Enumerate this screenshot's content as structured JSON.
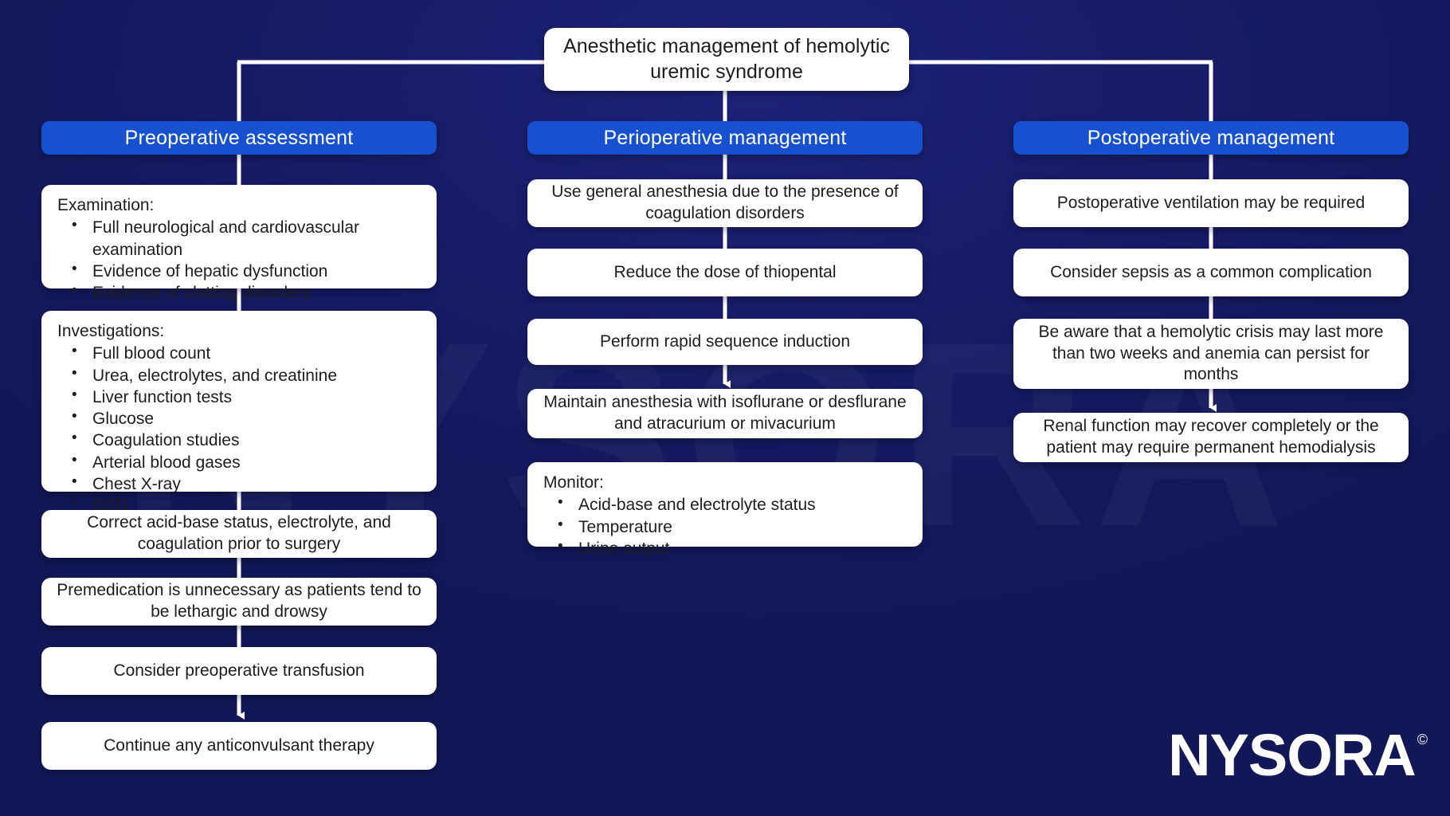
{
  "theme": {
    "background": "#161b64",
    "header_blue": "#1751d0",
    "card_white": "#ffffff",
    "connector_white": "#ffffff",
    "text_dark": "#1d1d1d"
  },
  "root": {
    "title": "Anesthetic management of hemolytic uremic syndrome"
  },
  "columns": [
    {
      "id": "preoperative",
      "header": "Preoperative assessment",
      "nodes": [
        {
          "type": "list",
          "title": "Examination:",
          "items": [
            "Full neurological and cardiovascular examination",
            "Evidence of hepatic dysfunction",
            "Evidence of clotting disorders"
          ]
        },
        {
          "type": "list",
          "title": "Investigations:",
          "items": [
            "Full blood count",
            "Urea, electrolytes, and creatinine",
            "Liver function tests",
            "Glucose",
            "Coagulation studies",
            "Arterial blood gases",
            "Chest X-ray",
            "ECG"
          ]
        },
        {
          "type": "text",
          "text": "Correct acid-base status, electrolyte, and coagulation prior to surgery"
        },
        {
          "type": "text",
          "text": "Premedication is unnecessary as patients tend to be lethargic and drowsy"
        },
        {
          "type": "text",
          "text": "Consider preoperative transfusion"
        },
        {
          "type": "text",
          "text": "Continue any anticonvulsant therapy"
        }
      ]
    },
    {
      "id": "perioperative",
      "header": "Perioperative management",
      "nodes": [
        {
          "type": "text",
          "text": "Use general anesthesia due to the presence of coagulation disorders"
        },
        {
          "type": "text",
          "text": "Reduce the dose of thiopental"
        },
        {
          "type": "text",
          "text": "Perform rapid sequence induction"
        },
        {
          "type": "text",
          "text": "Maintain anesthesia with isoflurane or desflurane and atracurium or mivacurium"
        },
        {
          "type": "list",
          "title": "Monitor:",
          "items": [
            "Acid-base and electrolyte status",
            "Temperature",
            "Urine output"
          ]
        }
      ]
    },
    {
      "id": "postoperative",
      "header": "Postoperative management",
      "nodes": [
        {
          "type": "text",
          "text": "Postoperative ventilation may be required"
        },
        {
          "type": "text",
          "text": "Consider sepsis as a common complication"
        },
        {
          "type": "text",
          "text": "Be aware that a hemolytic crisis may last more than two weeks and anemia can persist for months"
        },
        {
          "type": "text",
          "text": "Renal function may recover completely or the patient may require permanent hemodialysis"
        }
      ]
    }
  ],
  "branding": {
    "wordmark": "NYSORA",
    "copyright_mark": "©"
  },
  "watermark": {
    "text": "NYSORA"
  }
}
